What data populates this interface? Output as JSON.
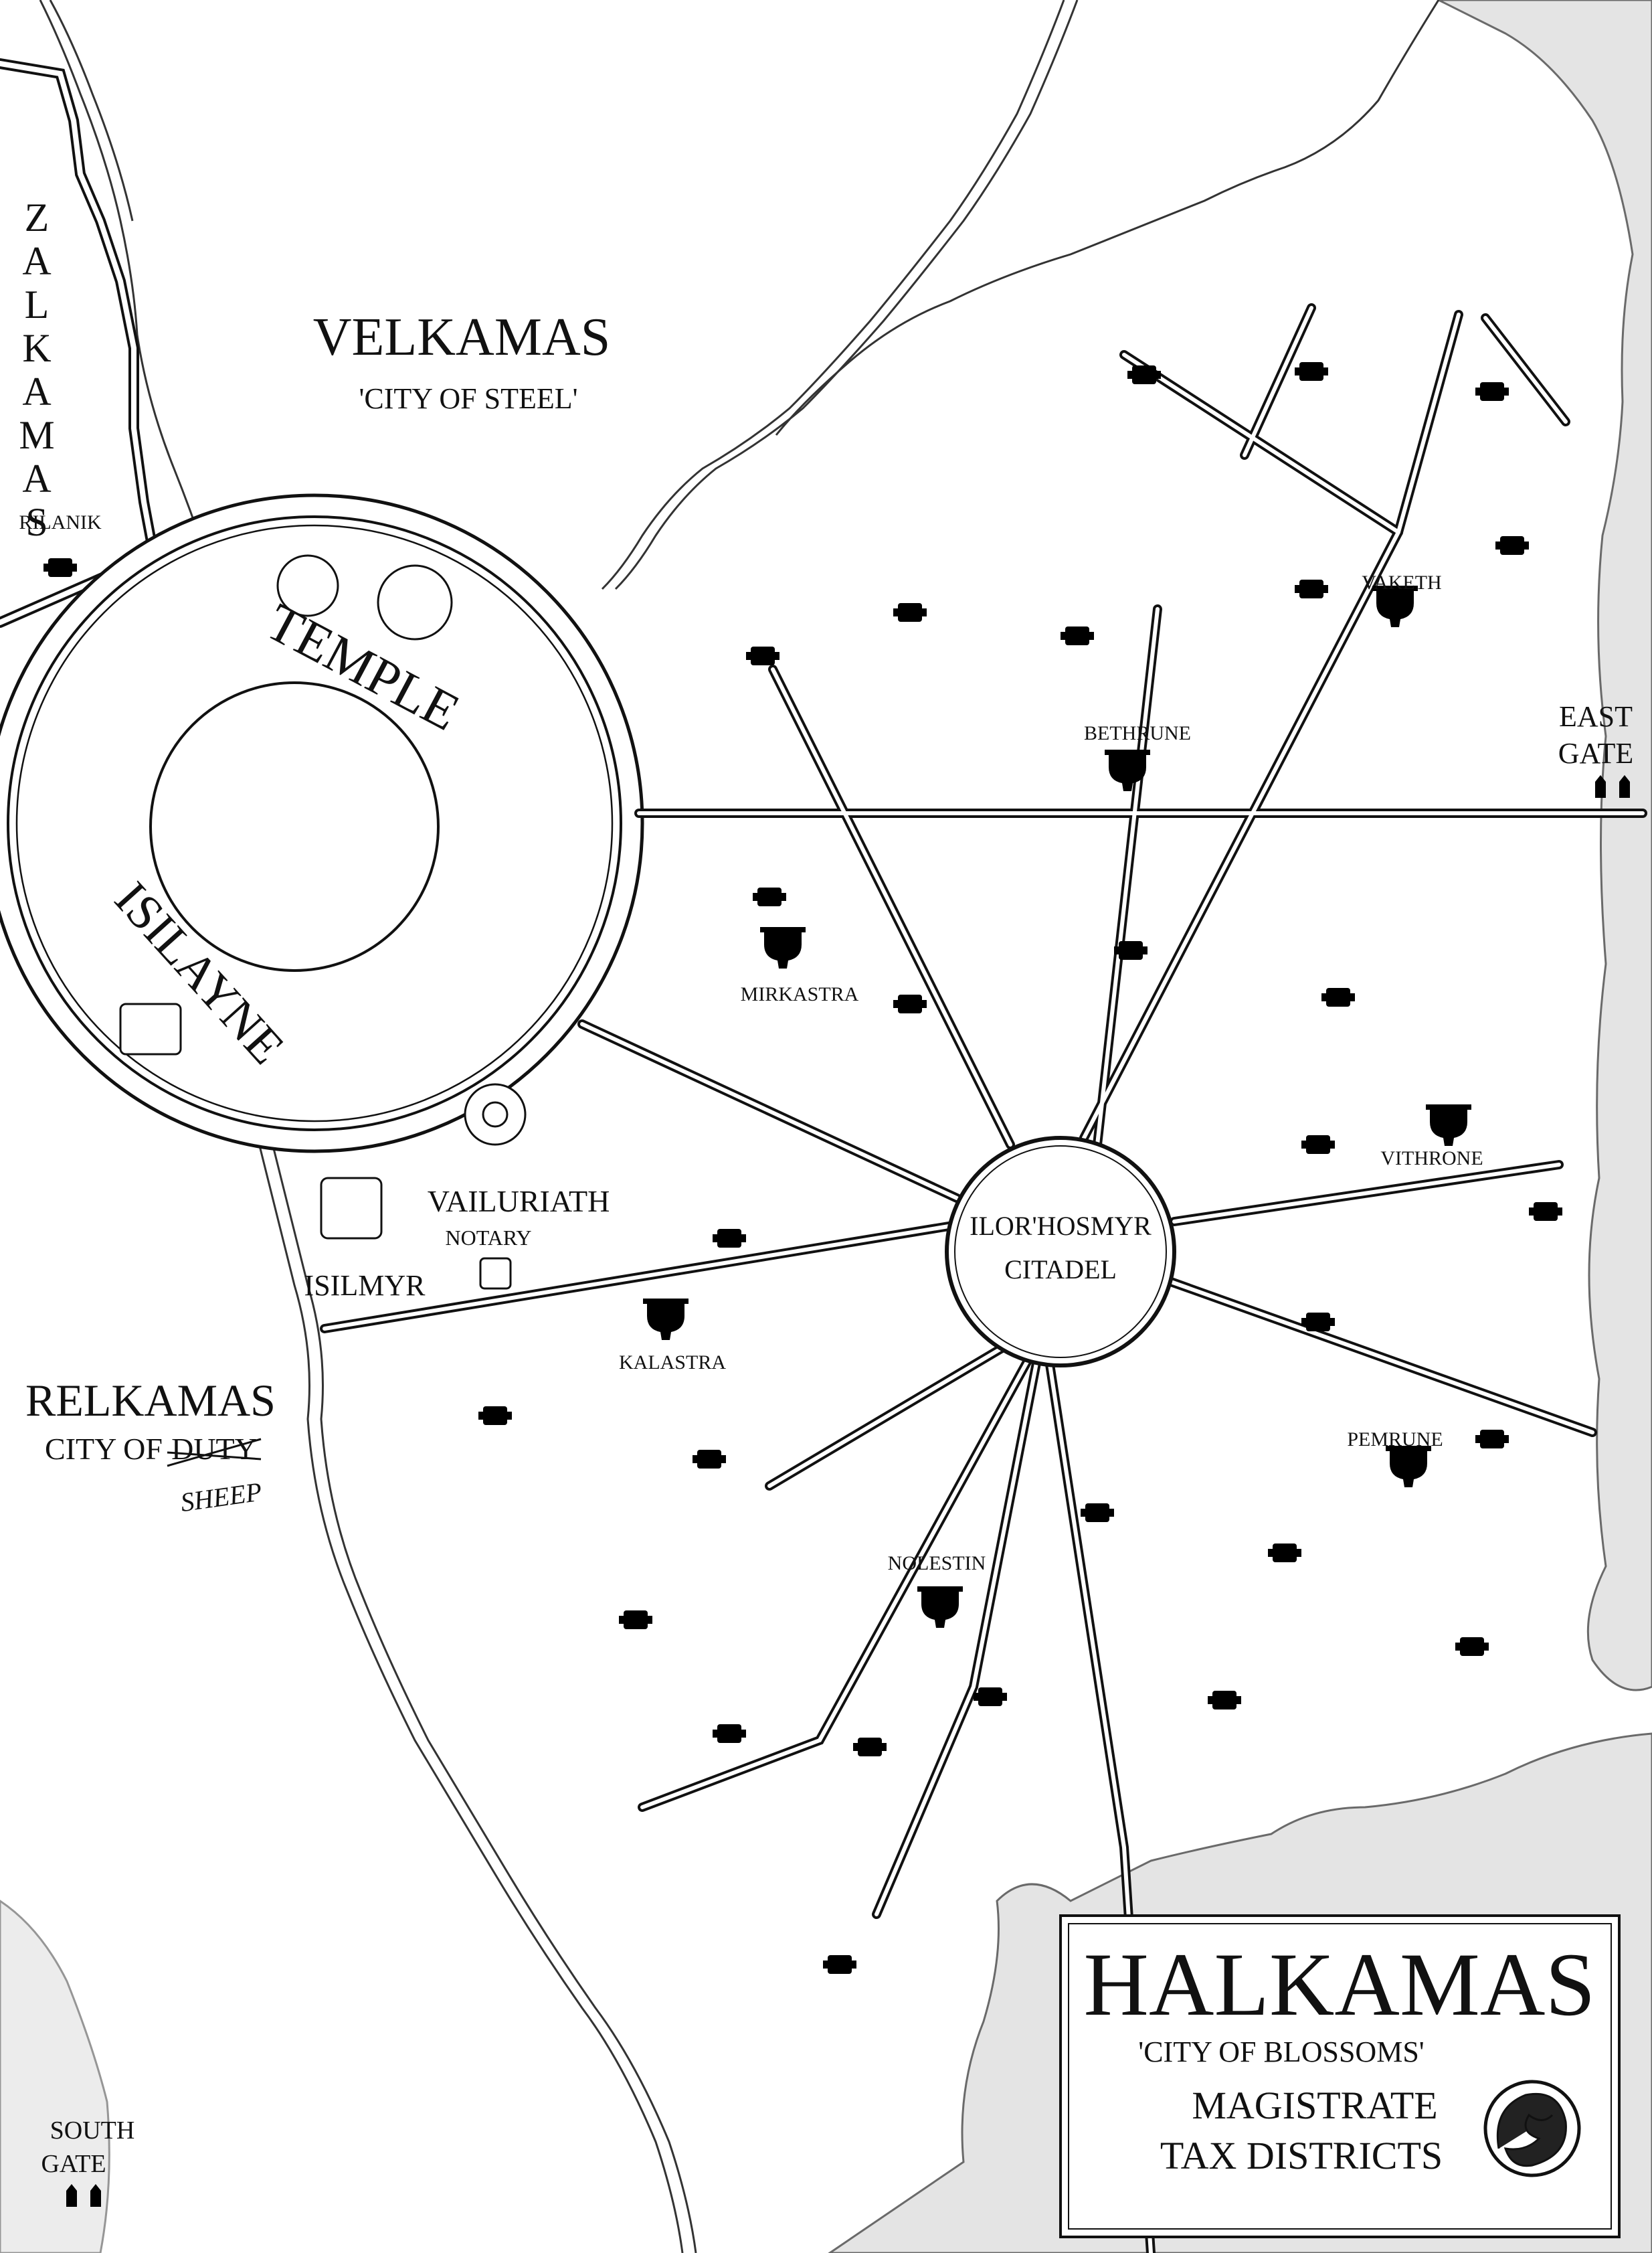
{
  "map": {
    "title": "HALKAMAS",
    "subtitle": "'CITY OF BLOSSOMS'",
    "legend_line1": "MAGISTRATE",
    "legend_line2": "TAX DISTRICTS",
    "emblem_icon": "dragon-seal-icon"
  },
  "regions": {
    "velkamas": "VELKAMAS",
    "velkamas_sub": "'CITY OF STEEL'",
    "relkamas": "RELKAMAS",
    "relkamas_sub": "CITY OF",
    "relkamas_struck": "DUTY",
    "relkamas_handwritten": "SHEEP",
    "zalkamas": [
      "Z",
      "A",
      "L",
      "K",
      "A",
      "M",
      "A",
      "S"
    ]
  },
  "landmarks": {
    "temple": "TEMPLE",
    "isilayne": "ISILAYNE",
    "rilanik": "RILANIK",
    "vailuriath": "VAILURIATH",
    "notary": "NOTARY",
    "isilmyr": "ISILMYR",
    "citadel_line1": "ILOR'HOSMYR",
    "citadel_line2": "CITADEL",
    "east_gate_1": "EAST",
    "east_gate_2": "GATE",
    "south_gate_1": "SOUTH",
    "south_gate_2": "GATE"
  },
  "districts": {
    "vaketh": "VAKETH",
    "bethrune": "BETHRUNE",
    "mirkastra": "MIRKASTRA",
    "vithrone": "VITHRONE",
    "kalastra": "KALASTRA",
    "pemrune": "PEMRUNE",
    "nolestin": "NOLESTIN"
  }
}
